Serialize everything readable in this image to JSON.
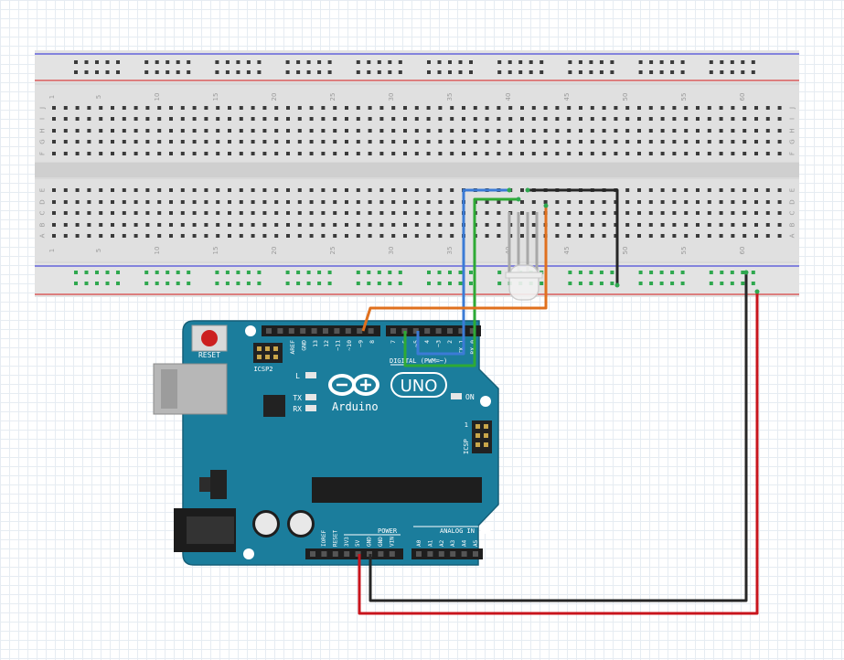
{
  "breadboard": {
    "top_row_letters": [
      "J",
      "I",
      "H",
      "G",
      "F"
    ],
    "bottom_row_letters": [
      "E",
      "D",
      "C",
      "B",
      "A"
    ],
    "column_numbers": [
      "1",
      "5",
      "10",
      "15",
      "20",
      "25",
      "30",
      "35",
      "40",
      "45",
      "50",
      "55",
      "60"
    ]
  },
  "arduino": {
    "brand": "Arduino",
    "model": "UNO",
    "reset_label": "RESET",
    "icsp2_label": "ICSP2",
    "icsp_label": "ICSP",
    "led_l": "L",
    "led_tx": "TX",
    "led_rx": "RX",
    "led_on": "ON",
    "digital_label": "DIGITAL (PWM=~)",
    "power_label": "POWER",
    "analog_label": "ANALOG IN",
    "icsp_pin1": "1",
    "digital_pins_left": [
      "AREF",
      "GND",
      "13",
      "12",
      "~11",
      "~10",
      "~9",
      "8"
    ],
    "digital_pins_right": [
      "7",
      "~6",
      "~5",
      "4",
      "~3",
      "2",
      "TX 1",
      "RX 0"
    ],
    "power_pins": [
      "IOREF",
      "RESET",
      "3V3",
      "5V",
      "GND",
      "GND",
      "VIN"
    ],
    "analog_pins": [
      "A0",
      "A1",
      "A2",
      "A3",
      "A4",
      "A5"
    ]
  },
  "wires": {
    "colors": {
      "blue": "#3b7bd6",
      "green": "#2eaa35",
      "orange": "#e0701e",
      "black": "#262626",
      "red": "#c8141c"
    }
  },
  "rails": {
    "blue_line": "#4a4ad9",
    "red_line": "#d84141",
    "active_hole": "#2fa84f"
  }
}
